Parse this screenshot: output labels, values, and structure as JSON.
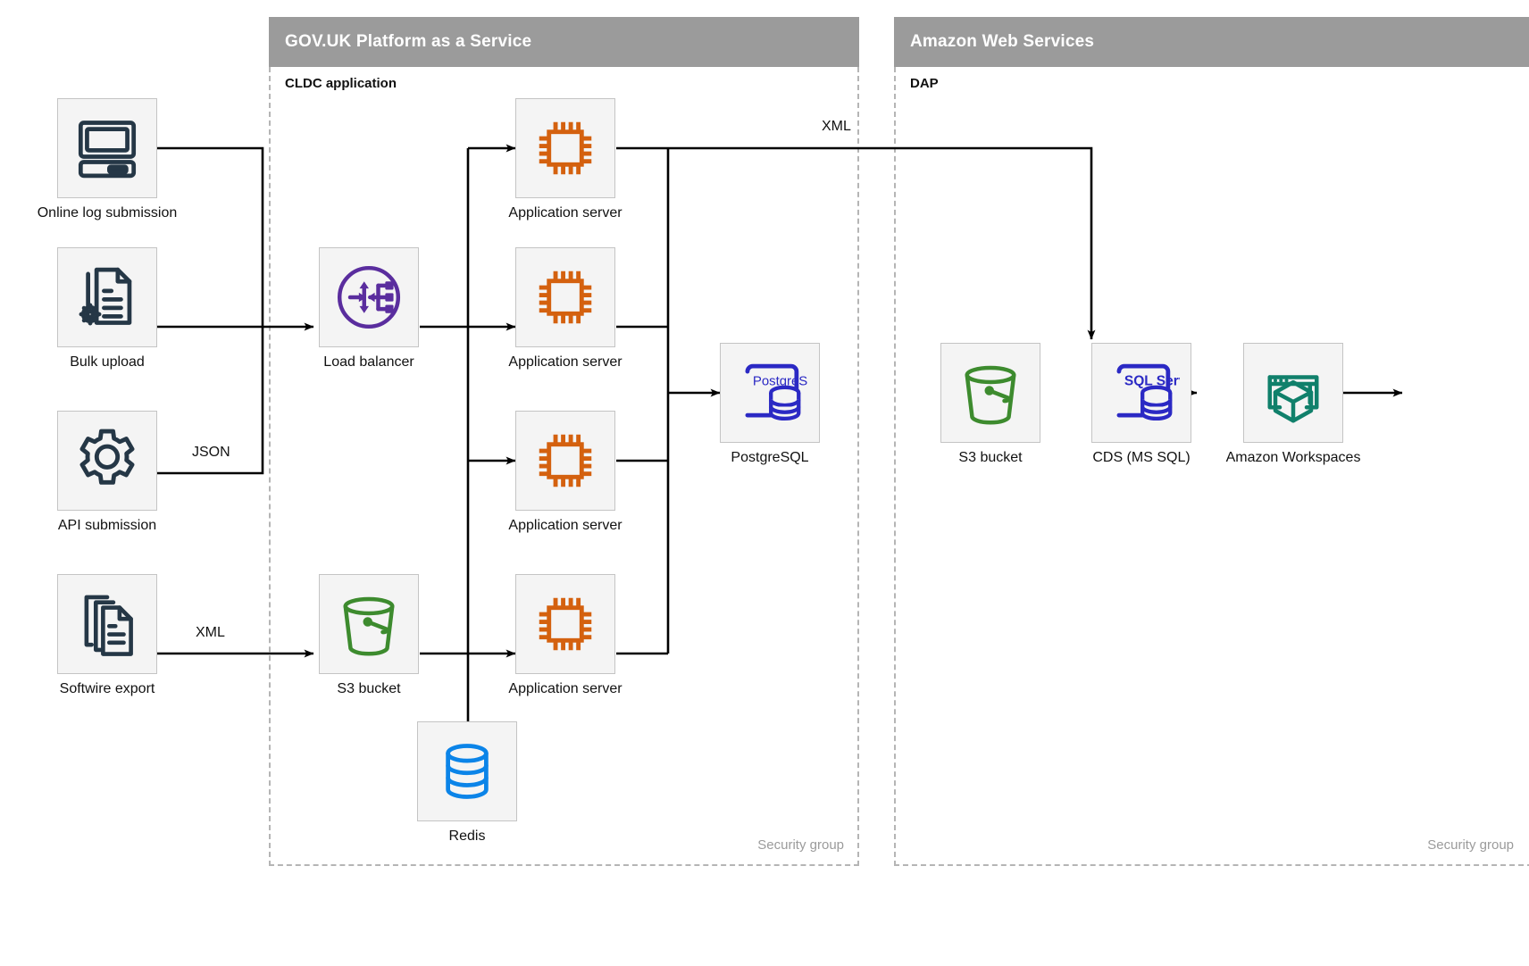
{
  "zones": [
    {
      "id": "paas",
      "title": "GOV.UK Platform as a Service",
      "subtitle": "CLDC application",
      "footer": "Security group"
    },
    {
      "id": "aws",
      "title": "Amazon Web Services",
      "subtitle": "DAP",
      "footer": "Security group"
    }
  ],
  "nodes": {
    "online_log": {
      "label": "Online log submission",
      "icon": "desktop-computer-icon",
      "color": "#253746"
    },
    "bulk_upload": {
      "label": "Bulk upload",
      "icon": "document-gear-icon",
      "color": "#253746"
    },
    "api_submission": {
      "label": "API submission",
      "icon": "gear-icon",
      "color": "#253746"
    },
    "softwire_export": {
      "label": "Softwire export",
      "icon": "documents-stack-icon",
      "color": "#253746"
    },
    "load_balancer": {
      "label": "Load balancer",
      "icon": "load-balancer-icon",
      "color": "#5a2d9e"
    },
    "app_server_1": {
      "label": "Application server",
      "icon": "cpu-chip-icon",
      "color": "#d4610f"
    },
    "app_server_2": {
      "label": "Application server",
      "icon": "cpu-chip-icon",
      "color": "#d4610f"
    },
    "app_server_3": {
      "label": "Application server",
      "icon": "cpu-chip-icon",
      "color": "#d4610f"
    },
    "app_server_4": {
      "label": "Application server",
      "icon": "cpu-chip-icon",
      "color": "#d4610f"
    },
    "postgresql": {
      "label": "PostgreSQL",
      "icon": "postgresql-icon",
      "color": "#2b29c4",
      "badge": "PostgreSQL"
    },
    "s3_paas": {
      "label": "S3 bucket",
      "icon": "s3-bucket-icon",
      "color": "#3d8b2e"
    },
    "redis": {
      "label": "Redis",
      "icon": "redis-database-icon",
      "color": "#0b84e8"
    },
    "s3_aws": {
      "label": "S3 bucket",
      "icon": "s3-bucket-icon",
      "color": "#3d8b2e"
    },
    "cds": {
      "label": "CDS (MS SQL)",
      "icon": "sql-server-icon",
      "color": "#2b29c4",
      "badge": "SQL Server"
    },
    "workspaces": {
      "label": "Amazon Workspaces",
      "icon": "amazon-workspaces-icon",
      "color": "#10806b"
    }
  },
  "edge_labels": {
    "json": "JSON",
    "xml_softwire": "XML",
    "xml_dap": "XML"
  },
  "colors": {
    "zone_header_bg": "#9b9b9b",
    "zone_dashed": "#b5b5b5",
    "tile_bg": "#f4f4f4",
    "tile_border": "#c4c4c4",
    "wire": "#000000",
    "text": "#111111",
    "muted_text": "#9b9b9b"
  }
}
